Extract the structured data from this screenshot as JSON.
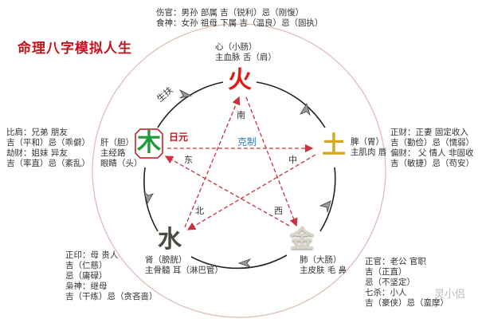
{
  "title": "命理八字模拟人生",
  "elements": {
    "fire": {
      "char": "火",
      "color": "#e11b12",
      "organ": [
        "心（小肠）",
        "主血脉 舌（肩）"
      ]
    },
    "earth": {
      "char": "土",
      "color": "#d4aa1c",
      "organ": [
        "脾（胃）",
        "主肌肉 唇"
      ]
    },
    "metal": {
      "char": "金",
      "color": "#d9d6c8",
      "organ": [
        "肺（大肠）",
        "主皮肤 毛 鼻"
      ]
    },
    "water": {
      "char": "水",
      "color": "#4a4a3e",
      "organ": [
        "肾（膀胱）",
        "主骨髓 耳（淋巴管）"
      ]
    },
    "wood": {
      "char": "木",
      "color": "#1e9a38",
      "organ": [
        "肝（胆）",
        "主经路",
        "眼睛（头）"
      ],
      "badge": "日元"
    }
  },
  "gods": {
    "top": [
      "伤官：男孙 部属  吉（锐利）忌（刚愎）",
      "食神：女孙 祖母 下属  吉（温良）忌（固执）"
    ],
    "left": [
      "比肩：兄弟 朋友",
      "吉（平和）忌（乖僻）",
      "劫财：姐妹 异友",
      "吉（率直）忌（紊乱）"
    ],
    "right": [
      "正财：正妻 固定收入",
      "吉（勤俭）忌（懦弱）",
      "偏财： 父 情人 非固收",
      "吉（敏捷）忌（苟安）"
    ],
    "bottom_left": [
      "正印：母 贵人",
      "吉（仁慈）",
      "忌（庸碌）",
      "枭神：继母",
      "吉（干练）忌（贪吝啬）"
    ],
    "bottom_right": [
      "正官：老公 官职",
      "吉（正直）",
      "忌（不坚定）",
      "七杀：小人",
      "吉（豪侠）忌（蛮摩）"
    ]
  },
  "labels": {
    "generate": "生扶",
    "restrain": "克制",
    "south": "南",
    "east": "东",
    "center": "中",
    "north": "北",
    "west": "西"
  },
  "watermark": "灵小侣",
  "colors": {
    "title": "#c0141c",
    "restrain_line": "#c8323c",
    "restrain_label": "#2a7fc0",
    "outer_circle": "#e0b8b0"
  }
}
